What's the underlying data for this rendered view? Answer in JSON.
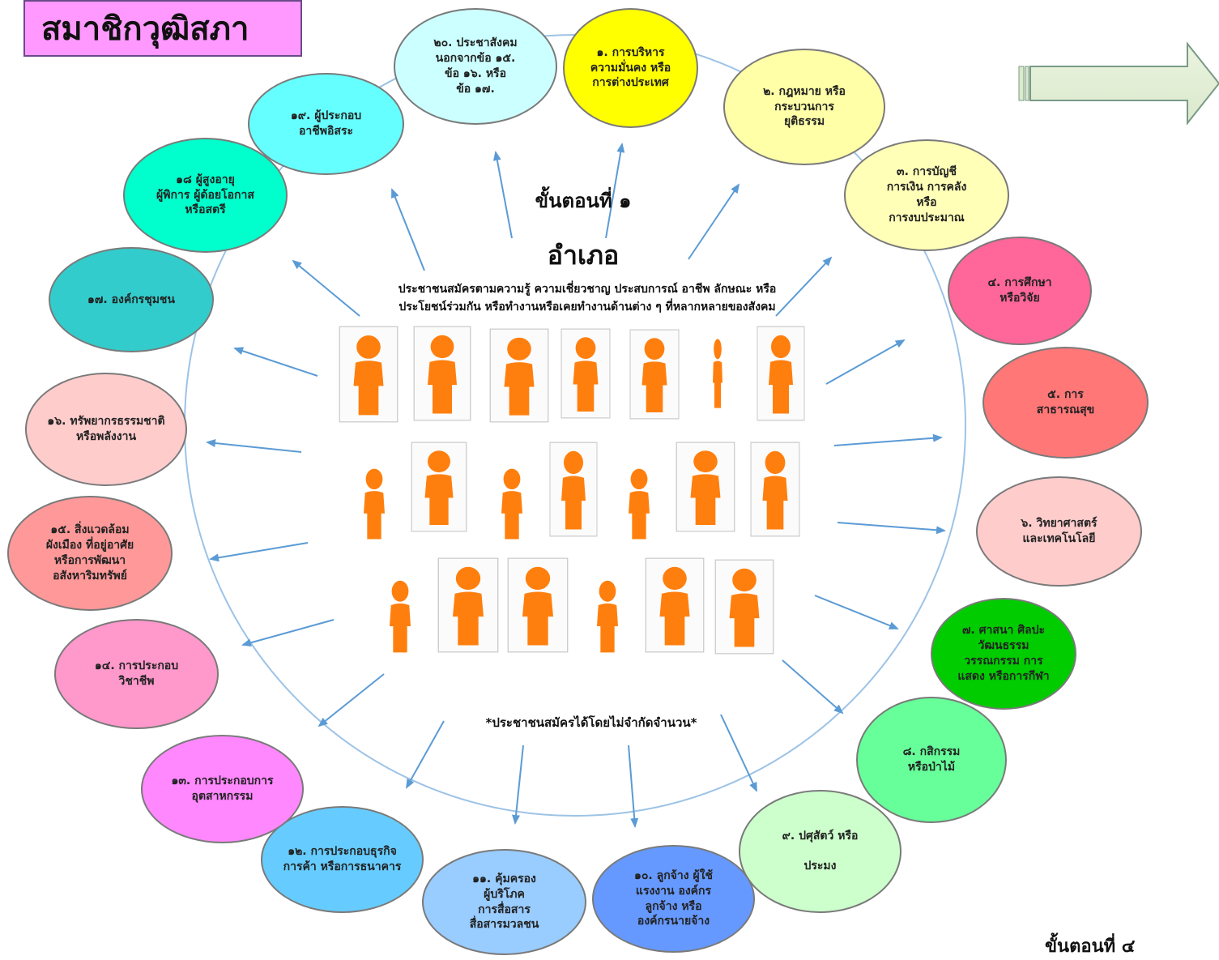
{
  "title": "สมาชิกวุฒิสภา",
  "step1_label": "ขั้นตอนที่ ๑",
  "district_label": "อำเภอ",
  "description": "ประชาชนสมัครตามความรู้ ความเชี่ยวชาญ ประสบการณ์ อาชีพ ลักษณะ หรือประโยชน์ร่วมกัน หรือทำงานหรือเคยทำงานด้านต่าง ๆ ที่หลากหลายของสังคม",
  "note": "*ประชาชนสมัครได้โดยไม่จำกัดจำนวน*",
  "step4_label": "ขั้นตอนที่ ๔",
  "groups": [
    {
      "label": "๑. การบริหาร\nความมั่นคง หรือ\nการต่างประเทศ",
      "color": "#ffff00"
    },
    {
      "label": "๒. กฎหมาย หรือ\nกระบวนการ\nยุติธรรม",
      "color": "#ffffa8"
    },
    {
      "label": "๓. การบัญชี\nการเงิน การคลัง\nหรือ\nการงบประมาณ",
      "color": "#ffffb8"
    },
    {
      "label": "๔. การศึกษา\nหรือวิจัย",
      "color": "#ff6699"
    },
    {
      "label": "๕. การ\nสาธารณสุข",
      "color": "#ff7777"
    },
    {
      "label": "๖. วิทยาศาสตร์\nและเทคโนโลยี",
      "color": "#ffcccc"
    },
    {
      "label": "๗. ศาสนา ศิลปะ\nวัฒนธรรม\nวรรณกรรม การ\nแสดง หรือการกีฬา",
      "color": "#00cc00"
    },
    {
      "label": "๘. กสิกรรม\nหรือป่าไม้",
      "color": "#66ff99"
    },
    {
      "label": "๙. ปศุสัตว์ หรือ\n\nประมง",
      "color": "#ccffcc"
    },
    {
      "label": "๑๐. ลูกจ้าง ผู้ใช้\nแรงงาน องค์กร\nลูกจ้าง หรือ\nองค์กรนายจ้าง",
      "color": "#6699ff"
    },
    {
      "label": "๑๑. คุ้มครอง\nผู้บริโภค\nการสื่อสาร\nสื่อสารมวลชน",
      "color": "#99ccff"
    },
    {
      "label": "๑๒. การประกอบธุรกิจ\nการค้า หรือการธนาคาร",
      "color": "#66ccff"
    },
    {
      "label": "๑๓. การประกอบการ\nอุตสาหกรรม",
      "color": "#ff88ff"
    },
    {
      "label": "๑๔. การประกอบ\nวิชาชีพ",
      "color": "#ff99cc"
    },
    {
      "label": "๑๕. สิ่งแวดล้อม\nผังเมือง ที่อยู่อาศัย\nหรือการพัฒนา\nอสังหาริมทรัพย์",
      "color": "#ff9999"
    },
    {
      "label": "๑๖. ทรัพยากรธรรมชาติ\nหรือพลังงาน",
      "color": "#ffcccc"
    },
    {
      "label": "๑๗. องค์กรชุมชน",
      "color": "#33cccc"
    },
    {
      "label": "๑๘ ผู้สูงอายุ\nผู้พิการ ผู้ด้อยโอกาส\nหรือสตรี",
      "color": "#00ffcc"
    },
    {
      "label": "๑๙. ผู้ประกอบ\nอาชีพอิสระ",
      "color": "#66ffff"
    },
    {
      "label": "๒๐. ประชาสังคม\nนอกจากข้อ ๑๕.\nข้อ ๑๖. หรือ\nข้อ ๑๗.",
      "color": "#ccffff"
    }
  ],
  "colors": {
    "person": "#ff7f0e",
    "arrow": "#5b9bd5",
    "circle": "#9dc3e6"
  }
}
